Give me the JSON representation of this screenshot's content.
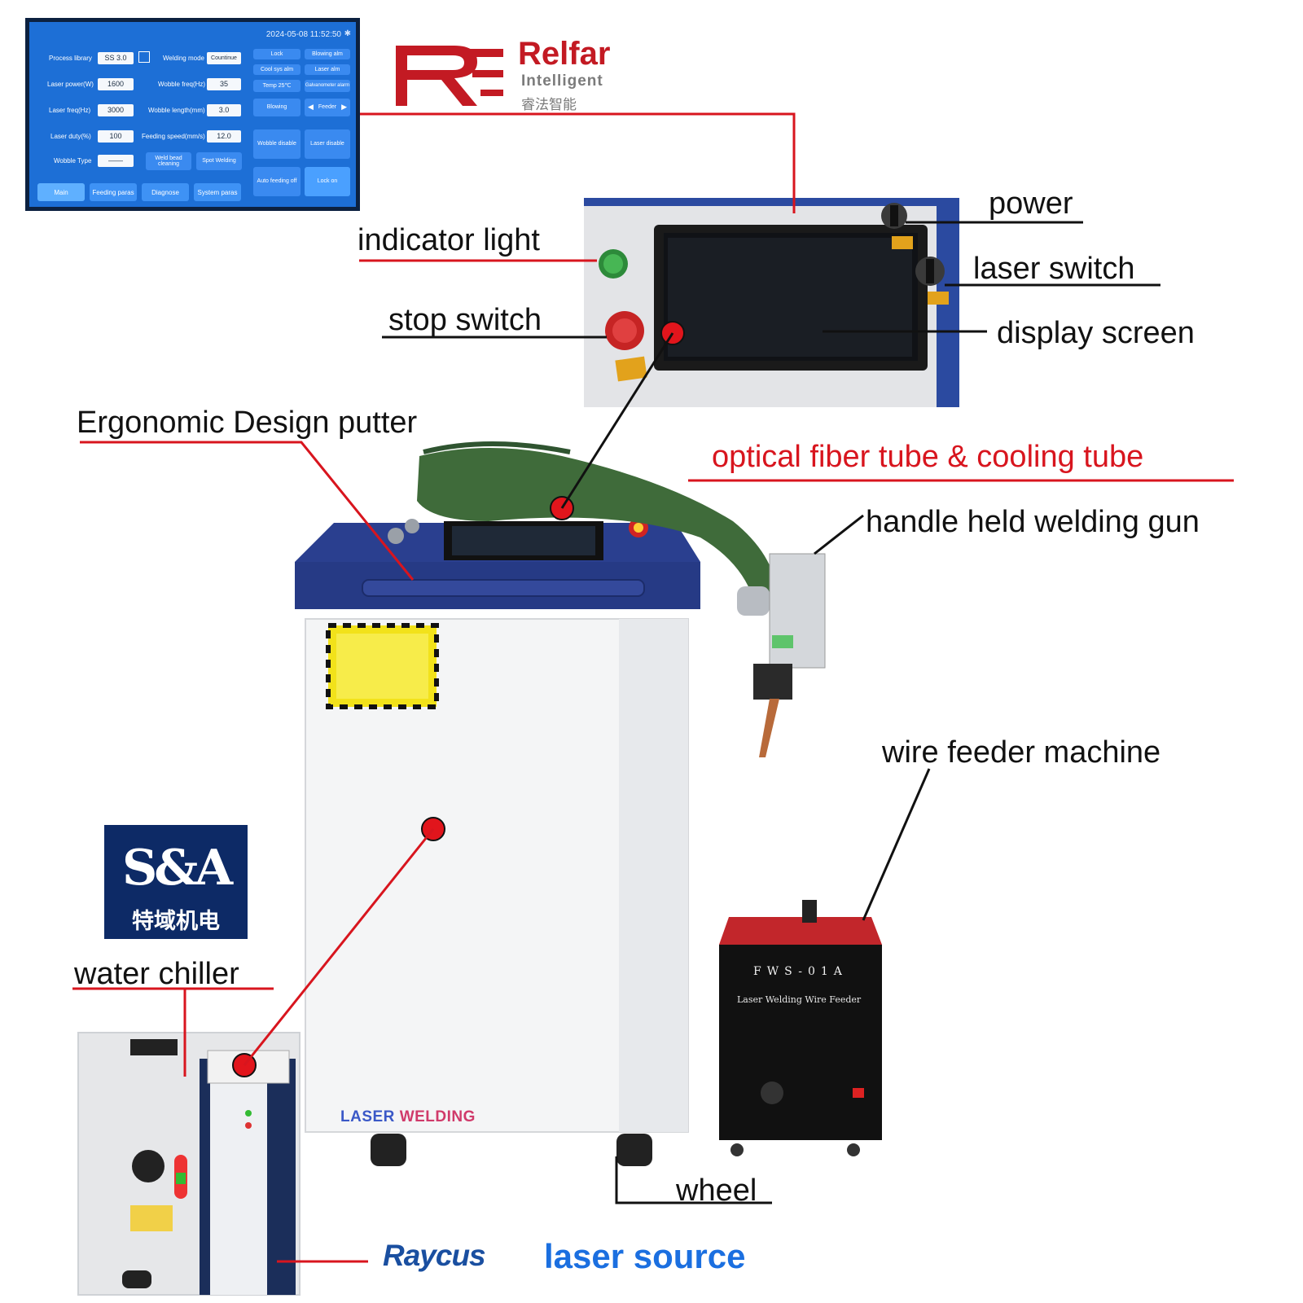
{
  "hmi": {
    "timestamp": "2024-05-08 11:52:50",
    "fields": [
      {
        "label": "Process library",
        "value": "SS   3.0"
      },
      {
        "label": "Laser power(W)",
        "value": "1600"
      },
      {
        "label": "Laser freq(Hz)",
        "value": "3000"
      },
      {
        "label": "Laser duty(%)",
        "value": "100"
      },
      {
        "label": "Wobble Type",
        "value": "——"
      },
      {
        "label": "Welding mode",
        "value": "Countinue"
      },
      {
        "label": "Wobble freq(Hz)",
        "value": "35"
      },
      {
        "label": "Wobble length(mm)",
        "value": "3.0"
      },
      {
        "label": "Feeding speed(mm/s)",
        "value": "12.0"
      }
    ],
    "buttons": [
      "Weld bead cleaning",
      "Spot Welding",
      "Lock",
      "Blowing alm",
      "Cool sys alm",
      "Laser alm",
      "Temp  25℃",
      "Galvanometer alarm",
      "Blowing",
      "Feeder",
      "Wobble disable",
      "Laser disable",
      "Auto feeding off",
      "Lock on"
    ],
    "nav": [
      "Main",
      "Feeding paras",
      "Diagnose",
      "System paras"
    ]
  },
  "brand": {
    "name": "Relfar",
    "subtitle": "Intelligent",
    "chinese": "睿法智能",
    "chiller_logo": "S&A",
    "chiller_cn": "特域机电",
    "source_brand": "Raycus",
    "machine_label": {
      "laser": "LASER",
      "welding": "WELDING"
    },
    "feeder_model": "FWS-01A",
    "feeder_subtitle": "Laser Welding Wire Feeder"
  },
  "labels": {
    "power": "power",
    "indicator_light": "indicator light",
    "laser_switch": "laser switch",
    "stop_switch": "stop switch",
    "display_screen": "display screen",
    "ergonomic": "Ergonomic Design putter",
    "fiber_tube": "optical fiber tube & cooling tube",
    "welding_gun": "handle held welding gun",
    "wire_feeder": "wire feeder machine",
    "water_chiller": "water chiller",
    "wheel": "wheel",
    "laser_source": "laser source"
  },
  "colors": {
    "accent_red": "#d8151e",
    "hmi_blue": "#1d6fd6",
    "machine_blue": "#2a3f8f",
    "source_blue": "#1b6fe0"
  }
}
